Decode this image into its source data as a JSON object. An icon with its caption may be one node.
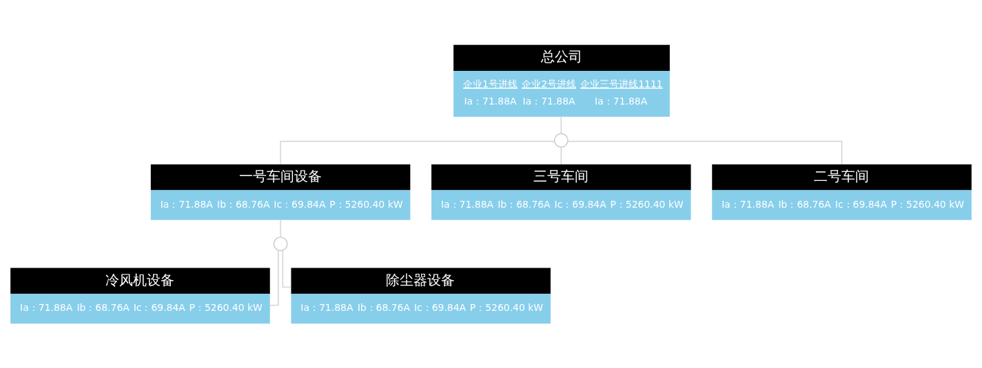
{
  "diagram": {
    "nodes": [
      {
        "text": [
          "总公司",
          "企业1号进线",
          "企业2号进线",
          "企业三号进线1111",
          "Ia：71.88A",
          "Ia：71.88A",
          "Ia：71.88A"
        ]
      },
      {
        "text": [],
        "shape": "circle"
      },
      {
        "text": [
          "一号车间设备",
          "Ia：71.88A",
          "Ib：68.76A",
          "Ic：69.84A",
          "P：5260.40 kW"
        ]
      },
      {
        "text": [
          "三号车间",
          "Ia：71.88A",
          "Ib：68.76A",
          "Ic：69.84A",
          "P：5260.40 kW"
        ]
      },
      {
        "text": [
          "二号车间",
          "Ia：71.88A",
          "Ib：68.76A",
          "Ic：69.84A",
          "P：5260.40 kW"
        ]
      },
      {
        "text": [],
        "shape": "circle"
      },
      {
        "text": [
          "冷风机设备",
          "Ia：71.88A",
          "Ib：68.76A",
          "Ic：69.84A",
          "P：5260.40 kW"
        ]
      },
      {
        "text": [
          "除尘器设备",
          "Ia：71.88A",
          "Ib：68.76A",
          "Ic：69.84A",
          "P：5260.40 kW"
        ]
      }
    ],
    "edges": [
      {
        "from": 0,
        "to": 1,
        "arrow": "none"
      },
      {
        "from": 1,
        "to": 2,
        "arrow": "none"
      },
      {
        "from": 1,
        "to": 3,
        "arrow": "none"
      },
      {
        "from": 1,
        "to": 4,
        "arrow": "none"
      },
      {
        "from": 2,
        "to": 5,
        "arrow": "none"
      },
      {
        "from": 5,
        "to": 6,
        "arrow": "none"
      },
      {
        "from": 5,
        "to": 7,
        "arrow": "none"
      }
    ]
  }
}
